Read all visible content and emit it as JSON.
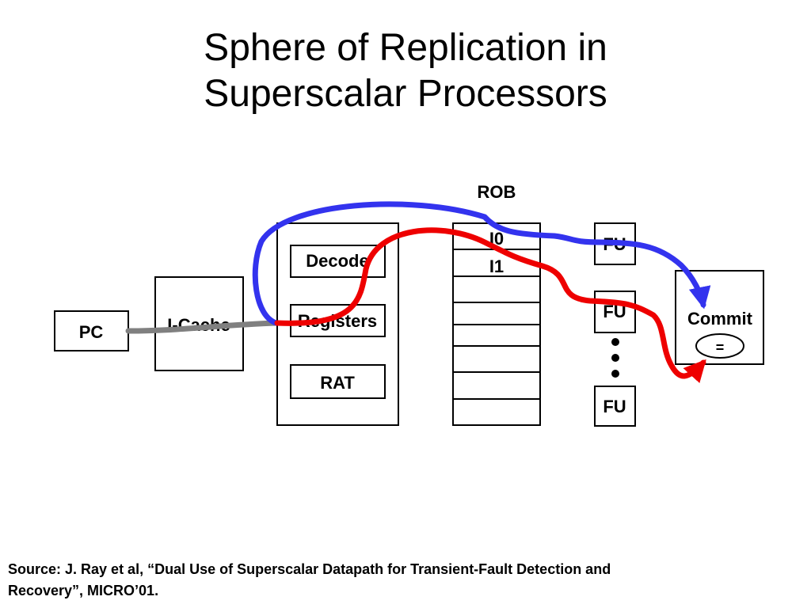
{
  "title": {
    "line1": "Sphere of Replication in",
    "line2": "Superscalar Processors"
  },
  "diagram": {
    "pc": "PC",
    "icache": "I-Cache",
    "decode": "Decode",
    "registers": "Registers",
    "rat": "RAT",
    "rob_label": "ROB",
    "rob_i0": "I0",
    "rob_i1": "I1",
    "fu1": "FU",
    "fu2": "FU",
    "fu3": "FU",
    "commit": "Commit",
    "compare": "=",
    "colors": {
      "fetch_path": "#808080",
      "path_a": "#3333ee",
      "path_b": "#ee0000"
    }
  },
  "source": {
    "line1": "Source: J. Ray et al, “Dual Use of Superscalar Datapath for Transient-Fault Detection and",
    "line2": "Recovery”, MICRO’01."
  }
}
